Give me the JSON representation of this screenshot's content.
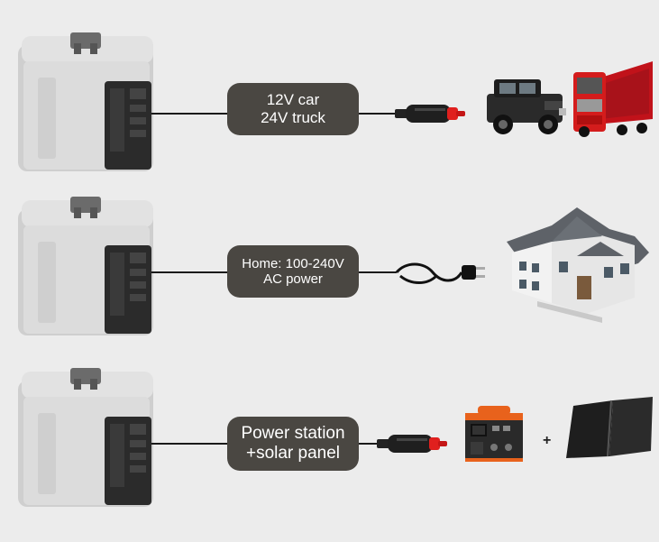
{
  "rows": [
    {
      "line1": "12V car",
      "line2": "24V truck",
      "connector": "cigarette-plug",
      "targets": [
        "jeep-icon",
        "truck-icon"
      ]
    },
    {
      "line1": "Home: 100-240V",
      "line2": "AC power",
      "connector": "ac-plug",
      "targets": [
        "house-icon"
      ]
    },
    {
      "line1": "Power station",
      "line2": "+solar panel",
      "connector": "cigarette-plug",
      "targets": [
        "power-station-icon",
        "solar-panel-icon"
      ],
      "plus": "+"
    }
  ],
  "colors": {
    "background": "#ececec",
    "pill": "#4a4742",
    "fridge_body": "#d9d9d9",
    "fridge_panel": "#2b2b2b",
    "plug_red": "#e0201e",
    "truck_red": "#d41c1c",
    "station_orange": "#e8621c"
  }
}
